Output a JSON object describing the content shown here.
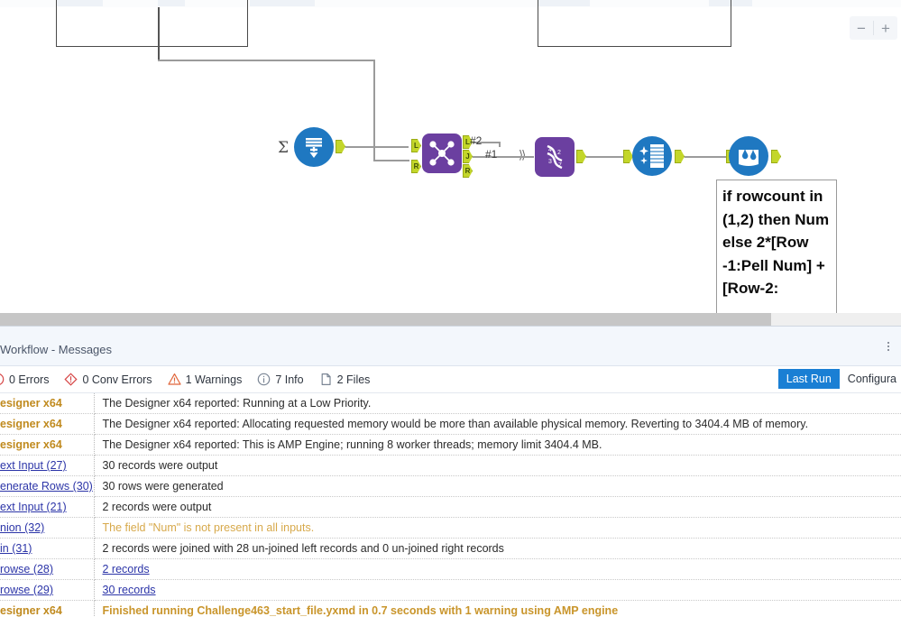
{
  "canvas": {
    "zoom_controls": {
      "zoom_out": "−",
      "zoom_in": "+"
    },
    "sigma_symbol": "Σ",
    "connection_labels": {
      "label_2": "#2",
      "label_1": "#1"
    },
    "join_anchors": {
      "left_in": "L",
      "right_in": "R",
      "left_out": "L",
      "join_out": "J",
      "right_out": "R"
    },
    "annotation_text": "if rowcount in (1,2) then Num else 2*[Row -1:Pell Num] +[Row-2:"
  },
  "messages": {
    "panel_title": "Workflow - Messages",
    "stats": [
      {
        "id": "errors",
        "icon": "error-icon",
        "label": "0 Errors"
      },
      {
        "id": "conv-errors",
        "icon": "conv-error-icon",
        "label": "0 Conv Errors"
      },
      {
        "id": "warnings",
        "icon": "warning-icon",
        "label": "1 Warnings"
      },
      {
        "id": "info",
        "icon": "info-icon",
        "label": "7 Info"
      },
      {
        "id": "files",
        "icon": "file-icon",
        "label": "2 Files"
      }
    ],
    "buttons": [
      {
        "id": "last-run",
        "label": "Last Run",
        "active": true
      },
      {
        "id": "configuration",
        "label": "Configura",
        "active": false
      }
    ],
    "rows": [
      {
        "tool": "esigner x64",
        "tool_style": "name",
        "message": "The Designer x64 reported: Running at a Low Priority.",
        "msg_style": "normal"
      },
      {
        "tool": "esigner x64",
        "tool_style": "name",
        "message": "The Designer x64 reported: Allocating requested memory would be more than available physical memory. Reverting to 3404.4 MB of memory.",
        "msg_style": "normal"
      },
      {
        "tool": "esigner x64",
        "tool_style": "name",
        "message": "The Designer x64 reported: This is AMP Engine; running 8 worker threads; memory limit 3404.4 MB.",
        "msg_style": "normal"
      },
      {
        "tool": "ext Input (27)",
        "tool_style": "link",
        "message": "30 records were output",
        "msg_style": "normal"
      },
      {
        "tool": "enerate Rows (30)",
        "tool_style": "link",
        "message": "30 rows were generated",
        "msg_style": "normal"
      },
      {
        "tool": "ext Input (21)",
        "tool_style": "link",
        "message": "2 records were output",
        "msg_style": "normal"
      },
      {
        "tool": "nion (32)",
        "tool_style": "link",
        "message": "The field \"Num\" is not present in all inputs.",
        "msg_style": "warn"
      },
      {
        "tool": "in (31)",
        "tool_style": "link",
        "message": "2 records were joined with 28 un-joined left records and 0 un-joined right records",
        "msg_style": "normal"
      },
      {
        "tool": "rowse (28)",
        "tool_style": "link",
        "message": "2 records",
        "msg_style": "link"
      },
      {
        "tool": "rowse (29)",
        "tool_style": "link",
        "message": "30 records",
        "msg_style": "link"
      },
      {
        "tool": "esigner x64",
        "tool_style": "name",
        "message": "Finished running Challenge463_start_file.yxmd in 0.7 seconds with 1 warning using AMP engine",
        "msg_style": "final"
      }
    ]
  },
  "colors": {
    "accent_blue": "#1a7fd4",
    "tool_blue": "#1f78c1",
    "tool_purple": "#6b3fa0",
    "anchor_green": "#c3d62a",
    "warn_orange": "#d7a94b",
    "link_blue": "#2c35a8"
  }
}
